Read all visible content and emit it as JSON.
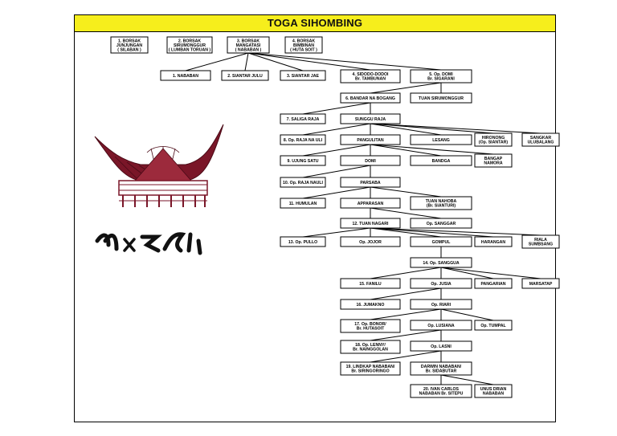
{
  "title": "TOGA SIHOMBING",
  "nodes": [
    {
      "id": "n1",
      "lines": [
        "1. BORSAK",
        "JUNJUNGAN",
        "( SILABAN )"
      ]
    },
    {
      "id": "n2",
      "lines": [
        "2. BORSAK",
        "SIRUMONGGUR",
        "( LUMBAN TORUAN )"
      ]
    },
    {
      "id": "n3",
      "lines": [
        "3. BORSAK",
        "MANGATASI",
        "( NABABAN )"
      ]
    },
    {
      "id": "n4",
      "lines": [
        "4. BORSAK",
        "BIMBINAN",
        "( HUTA SOIT )"
      ]
    },
    {
      "id": "r2a",
      "lines": [
        "1. NABABAN"
      ]
    },
    {
      "id": "r2b",
      "lines": [
        "2. SIANTAR JULU"
      ]
    },
    {
      "id": "r2c",
      "lines": [
        "3. SIANTAR JAE"
      ]
    },
    {
      "id": "r2d",
      "lines": [
        "4. SIDODO-DODOI",
        "Br. TAMBUNAN"
      ]
    },
    {
      "id": "r2e",
      "lines": [
        "5. Op. DOMI",
        "Br. SIGARANI"
      ]
    },
    {
      "id": "r3a",
      "lines": [
        "6. BANDAR NA BOGANG"
      ]
    },
    {
      "id": "r3b",
      "lines": [
        "TUAN SIRUMONGGUR"
      ]
    },
    {
      "id": "r4a",
      "lines": [
        "7. SALIGA RAJA"
      ]
    },
    {
      "id": "r4b",
      "lines": [
        "SUNGGU RAJA"
      ]
    },
    {
      "id": "r5a",
      "lines": [
        "8. Op. RAJA NA ULI"
      ]
    },
    {
      "id": "r5b",
      "lines": [
        "PANGULITAN"
      ]
    },
    {
      "id": "r5c",
      "lines": [
        "LESANG"
      ]
    },
    {
      "id": "r5d",
      "lines": [
        "HIRONONG",
        "(Op. SIANTAR)"
      ]
    },
    {
      "id": "r5e",
      "lines": [
        "SANGKAR",
        "ULUBALANG"
      ]
    },
    {
      "id": "r6a",
      "lines": [
        "9. UJUNG SATU"
      ]
    },
    {
      "id": "r6b",
      "lines": [
        "DOMI"
      ]
    },
    {
      "id": "r6c",
      "lines": [
        "BANDGA"
      ]
    },
    {
      "id": "r6d",
      "lines": [
        "BANGAP",
        "NAMORA"
      ]
    },
    {
      "id": "r7a",
      "lines": [
        "10. Op. RAJA NAULI"
      ]
    },
    {
      "id": "r7b",
      "lines": [
        "PARSABA"
      ]
    },
    {
      "id": "r8a",
      "lines": [
        "11. HUMULAN"
      ]
    },
    {
      "id": "r8b",
      "lines": [
        "APPARASAN"
      ]
    },
    {
      "id": "r8c",
      "lines": [
        "TUAN NAHOBA",
        "(Br. SIANTURI)"
      ]
    },
    {
      "id": "r9a",
      "lines": [
        "12. TUAN NAGARI"
      ]
    },
    {
      "id": "r9b",
      "lines": [
        "Op. SANGGAR"
      ]
    },
    {
      "id": "r10a",
      "lines": [
        "13. Op. PULLO"
      ]
    },
    {
      "id": "r10b",
      "lines": [
        "Op. JOJOR"
      ]
    },
    {
      "id": "r10c",
      "lines": [
        "GOMPUL"
      ]
    },
    {
      "id": "r10d",
      "lines": [
        "HARANGAN"
      ]
    },
    {
      "id": "r10e",
      "lines": [
        "RIALA",
        "SUMBSANG"
      ]
    },
    {
      "id": "r11",
      "lines": [
        "14. Op. SANGGUA"
      ]
    },
    {
      "id": "r12a",
      "lines": [
        "15. FANILU"
      ]
    },
    {
      "id": "r12b",
      "lines": [
        "Op. JUSIA"
      ]
    },
    {
      "id": "r12c",
      "lines": [
        "PANGARIAN"
      ]
    },
    {
      "id": "r12d",
      "lines": [
        "MARSATAP"
      ]
    },
    {
      "id": "r13a",
      "lines": [
        "16. JUMAKNO"
      ]
    },
    {
      "id": "r13b",
      "lines": [
        "Op. RIARI"
      ]
    },
    {
      "id": "r14a",
      "lines": [
        "17. Op. BONOR/",
        "Br. HUTASOIT"
      ]
    },
    {
      "id": "r14b",
      "lines": [
        "Op. LUSIANA"
      ]
    },
    {
      "id": "r14c",
      "lines": [
        "Op. TUMPAL"
      ]
    },
    {
      "id": "r15a",
      "lines": [
        "18. Op. LENNY/",
        "Br. NAINGGOLAN"
      ]
    },
    {
      "id": "r15b",
      "lines": [
        "Op. LASNI"
      ]
    },
    {
      "id": "r16a",
      "lines": [
        "19. LINDKAP NABABAN/",
        "Br. SIRINGORINGO"
      ]
    },
    {
      "id": "r16b",
      "lines": [
        "DARWIN NABABAN/",
        "Br. SIDABUTAR"
      ]
    },
    {
      "id": "r17a",
      "lines": [
        "20. IVAN CARLOS",
        "NABABAN Br. SITEPU"
      ]
    },
    {
      "id": "r17b",
      "lines": [
        "UNUS DRIAN",
        "NABABAN"
      ]
    }
  ],
  "logo_script": "ᯉᯔᯉᯞᯪ",
  "colors": {
    "title_bg": "#f6ee1c",
    "roof": "#7a1628",
    "line": "#000000"
  }
}
